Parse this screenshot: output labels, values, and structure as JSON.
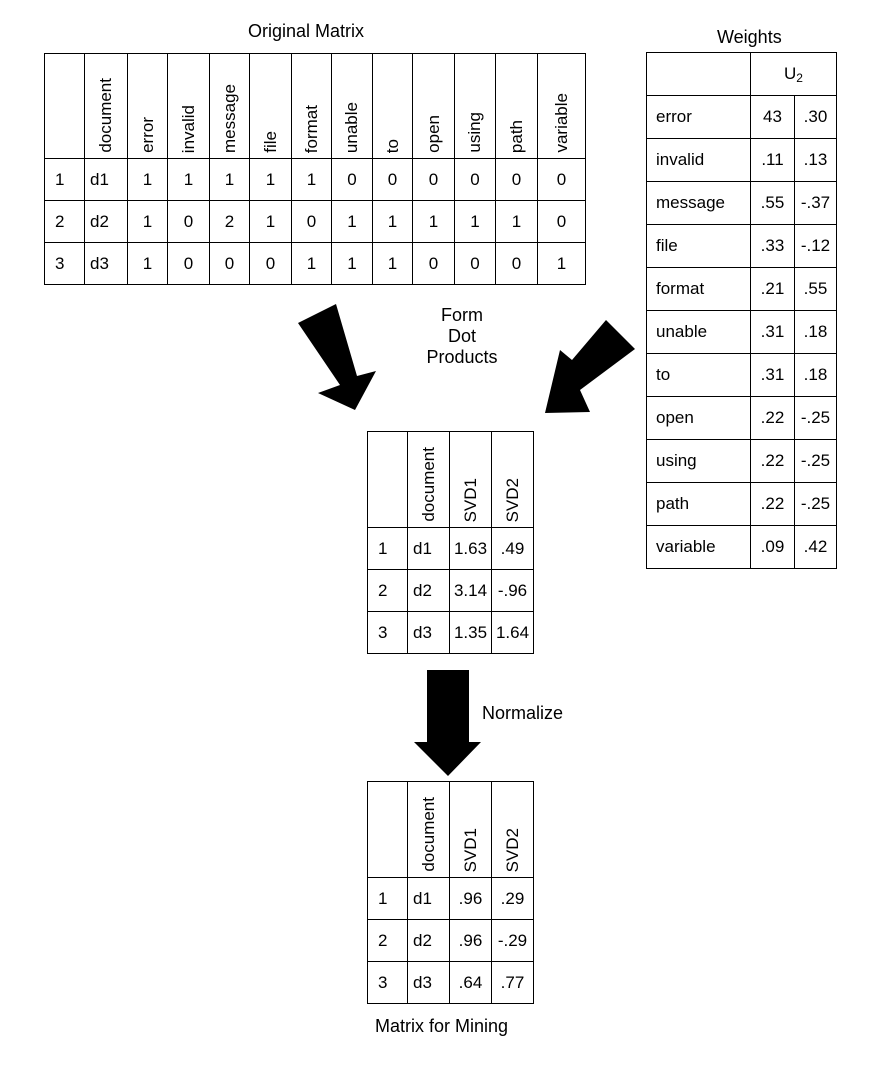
{
  "original_matrix": {
    "title": "Original Matrix",
    "columns": [
      "document",
      "error",
      "invalid",
      "message",
      "file",
      "format",
      "unable",
      "to",
      "open",
      "using",
      "path",
      "variable"
    ],
    "rows": [
      {
        "idx": "1",
        "doc": "d1",
        "values": [
          "1",
          "1",
          "1",
          "1",
          "1",
          "0",
          "0",
          "0",
          "0",
          "0",
          "0"
        ]
      },
      {
        "idx": "2",
        "doc": "d2",
        "values": [
          "1",
          "0",
          "2",
          "1",
          "0",
          "1",
          "1",
          "1",
          "1",
          "1",
          "0"
        ]
      },
      {
        "idx": "3",
        "doc": "d3",
        "values": [
          "1",
          "0",
          "0",
          "0",
          "1",
          "1",
          "1",
          "0",
          "0",
          "0",
          "1"
        ]
      }
    ]
  },
  "weights": {
    "title": "Weights",
    "header_main": "U",
    "header_sub": "2",
    "rows": [
      {
        "term": "error",
        "v1": "43",
        "v2": ".30"
      },
      {
        "term": "invalid",
        "v1": ".11",
        "v2": ".13"
      },
      {
        "term": "message",
        "v1": ".55",
        "v2": "-.37"
      },
      {
        "term": "file",
        "v1": ".33",
        "v2": "-.12"
      },
      {
        "term": "format",
        "v1": ".21",
        "v2": ".55"
      },
      {
        "term": "unable",
        "v1": ".31",
        "v2": ".18"
      },
      {
        "term": "to",
        "v1": ".31",
        "v2": ".18"
      },
      {
        "term": "open",
        "v1": ".22",
        "v2": "-.25"
      },
      {
        "term": "using",
        "v1": ".22",
        "v2": "-.25"
      },
      {
        "term": "path",
        "v1": ".22",
        "v2": "-.25"
      },
      {
        "term": "variable",
        "v1": ".09",
        "v2": ".42"
      }
    ]
  },
  "step1": {
    "line1": "Form",
    "line2": "Dot",
    "line3": "Products"
  },
  "svd_matrix": {
    "columns": [
      "document",
      "SVD1",
      "SVD2"
    ],
    "rows": [
      {
        "idx": "1",
        "doc": "d1",
        "svd1": "1.63",
        "svd2": ".49"
      },
      {
        "idx": "2",
        "doc": "d2",
        "svd1": "3.14",
        "svd2": "-.96"
      },
      {
        "idx": "3",
        "doc": "d3",
        "svd1": "1.35",
        "svd2": "1.64"
      }
    ]
  },
  "step2": {
    "label": "Normalize"
  },
  "mining_matrix": {
    "title": "Matrix for Mining",
    "columns": [
      "document",
      "SVD1",
      "SVD2"
    ],
    "rows": [
      {
        "idx": "1",
        "doc": "d1",
        "svd1": ".96",
        "svd2": ".29"
      },
      {
        "idx": "2",
        "doc": "d2",
        "svd1": ".96",
        "svd2": "-.29"
      },
      {
        "idx": "3",
        "doc": "d3",
        "svd1": ".64",
        "svd2": ".77"
      }
    ]
  }
}
